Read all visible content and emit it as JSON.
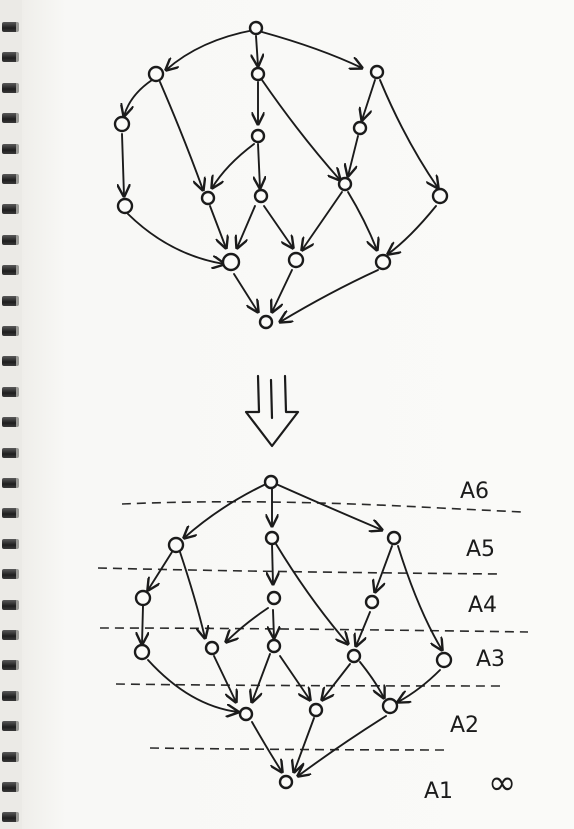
{
  "levels": [
    {
      "label": "A6"
    },
    {
      "label": "A5"
    },
    {
      "label": "A4"
    },
    {
      "label": "A3"
    },
    {
      "label": "A2"
    },
    {
      "label": "A1"
    }
  ],
  "infinity": "∞",
  "arrow_symbol": "⇓",
  "ink_color": "#1b1b1b",
  "paper_color": "#fafaf8"
}
